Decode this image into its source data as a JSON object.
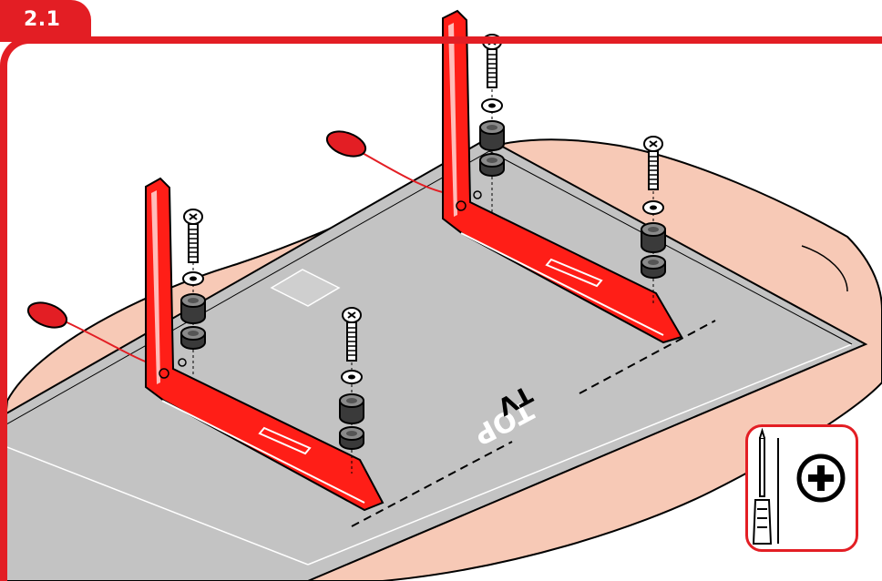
{
  "step": {
    "number": "2.1"
  },
  "tv": {
    "label_top": "TOP",
    "label_tv": "TV"
  },
  "tool": {
    "name": "phillips-screwdriver-icon"
  },
  "colors": {
    "brand_red": "#e31e24",
    "cloth": "#f7c9b6",
    "tv_panel": "#c3c3c3",
    "stand_red": "#ff1e17"
  }
}
